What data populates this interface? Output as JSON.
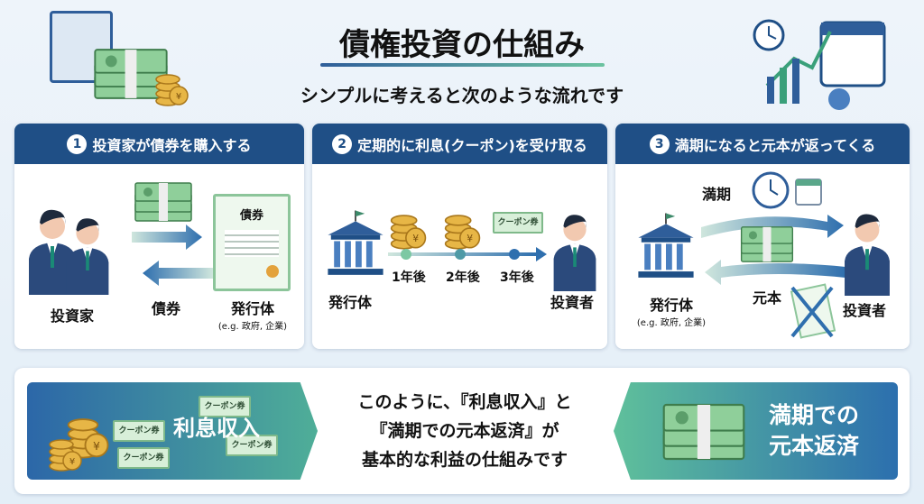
{
  "header": {
    "title": "債権投資の仕組み",
    "subtitle": "シンプルに考えると次のような流れです"
  },
  "steps": [
    {
      "number": "1",
      "title": "投資家が債券を購入する",
      "investor": "投資家",
      "bond_arrow_label": "債券",
      "bond_doc": "債券",
      "issuer": "発行体",
      "issuer_example": "(e.g. 政府, 企業)"
    },
    {
      "number": "2",
      "title": "定期的に利息(クーポン)を受け取る",
      "issuer": "発行体",
      "investor": "投資者",
      "coupon": "クーポン券",
      "timeline": [
        "1年後",
        "2年後",
        "3年後"
      ]
    },
    {
      "number": "3",
      "title": "満期になると元本が返ってくる",
      "maturity": "満期",
      "principal": "元本",
      "issuer": "発行体",
      "issuer_example": "(e.g. 政府, 企業)",
      "investor": "投資者"
    }
  ],
  "summary": {
    "left_label": "利息収入",
    "coupon": "クーポン券",
    "center_lines": [
      "このように、『利息収入』と",
      "『満期での元本返済』が",
      "基本的な利益の仕組みです"
    ],
    "right_label_lines": [
      "満期での",
      "元本返済"
    ]
  },
  "colors": {
    "header": "#1f4f86",
    "accent_green": "#5fc09b",
    "money": "#7cc08a",
    "coin": "#e7b646"
  }
}
